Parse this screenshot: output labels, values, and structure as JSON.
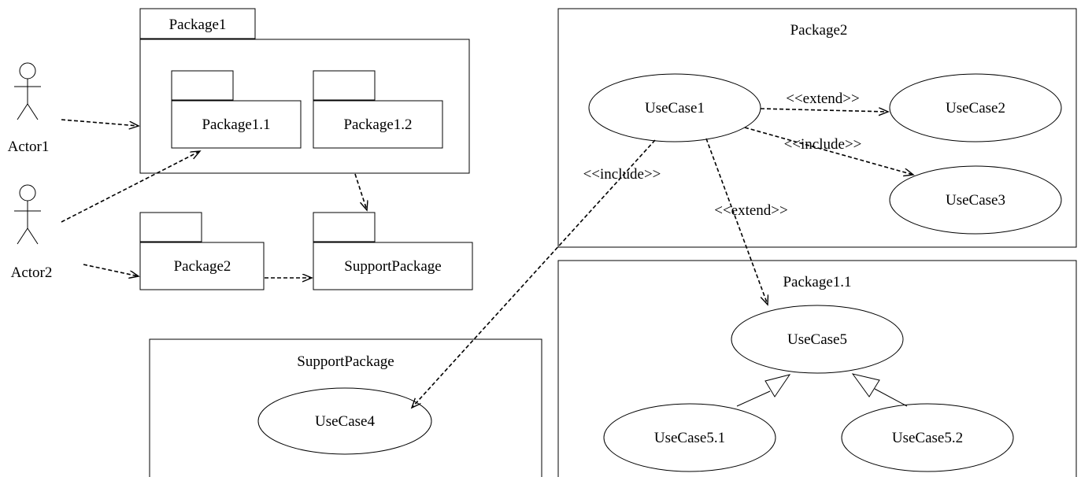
{
  "diagram": {
    "actors": [
      {
        "label": "Actor1"
      },
      {
        "label": "Actor2"
      }
    ],
    "packages": {
      "package1": "Package1",
      "package1_1": "Package1.1",
      "package1_2": "Package1.2",
      "package2": "Package2",
      "support": "SupportPackage"
    },
    "frames": {
      "package2": "Package2",
      "package1_1": "Package1.1",
      "support": "SupportPackage"
    },
    "usecases": {
      "uc1": "UseCase1",
      "uc2": "UseCase2",
      "uc3": "UseCase3",
      "uc4": "UseCase4",
      "uc5": "UseCase5",
      "uc5_1": "UseCase5.1",
      "uc5_2": "UseCase5.2"
    },
    "relation_labels": {
      "extend_uc2": "<<extend>>",
      "include_uc3": "<<include>>",
      "include_uc4": "<<include>>",
      "extend_uc5": "<<extend>>"
    }
  }
}
